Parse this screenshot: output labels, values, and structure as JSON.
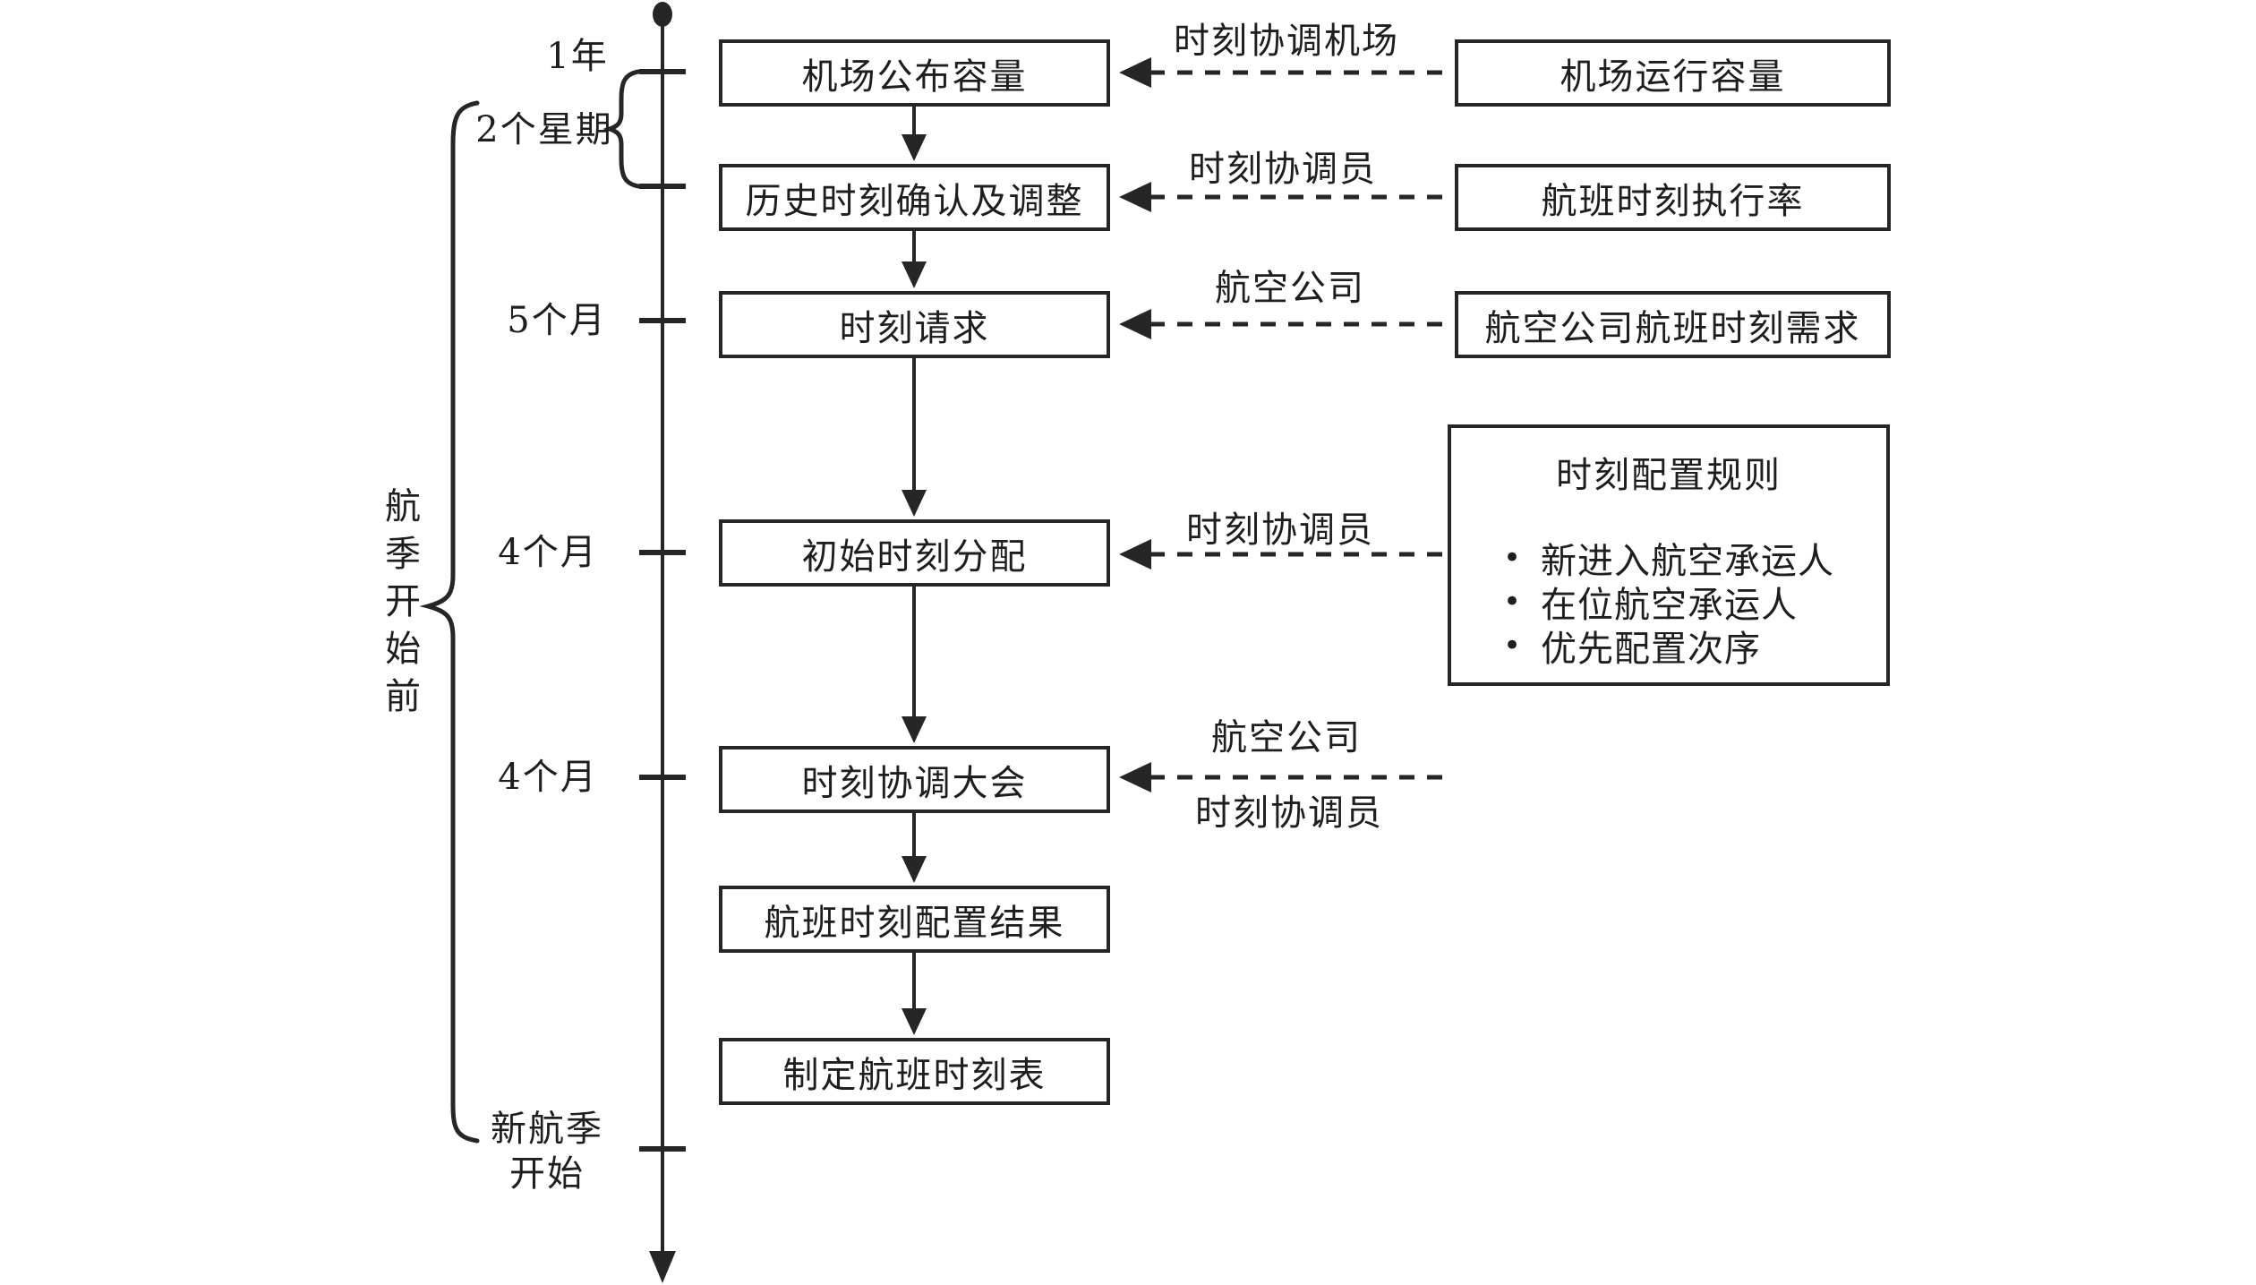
{
  "diagram": {
    "steps": [
      "机场公布容量",
      "历史时刻确认及调整",
      "时刻请求",
      "初始时刻分配",
      "时刻协调大会",
      "航班时刻配置结果",
      "制定航班时刻表"
    ],
    "inputs": [
      "机场运行容量",
      "航班时刻执行率",
      "航空公司航班时刻需求"
    ],
    "rules": {
      "title": "时刻配置规则",
      "items": [
        "新进入航空承运人",
        "在位航空承运人",
        "优先配置次序"
      ]
    },
    "arrow_labels": {
      "l1": "时刻协调机场",
      "l2": "时刻协调员",
      "l3": "航空公司",
      "l4": "时刻协调员",
      "l5_top": "航空公司",
      "l5_bottom": "时刻协调员"
    },
    "timeline": {
      "marks": [
        "1年",
        "2个星期",
        "5个月",
        "4个月",
        "4个月",
        "新航季\n开始"
      ],
      "phase": "航季开始前"
    },
    "glyphs": {
      "bullet": "•"
    },
    "colors": {
      "ink": "#262626",
      "bg": "#ffffff"
    }
  }
}
